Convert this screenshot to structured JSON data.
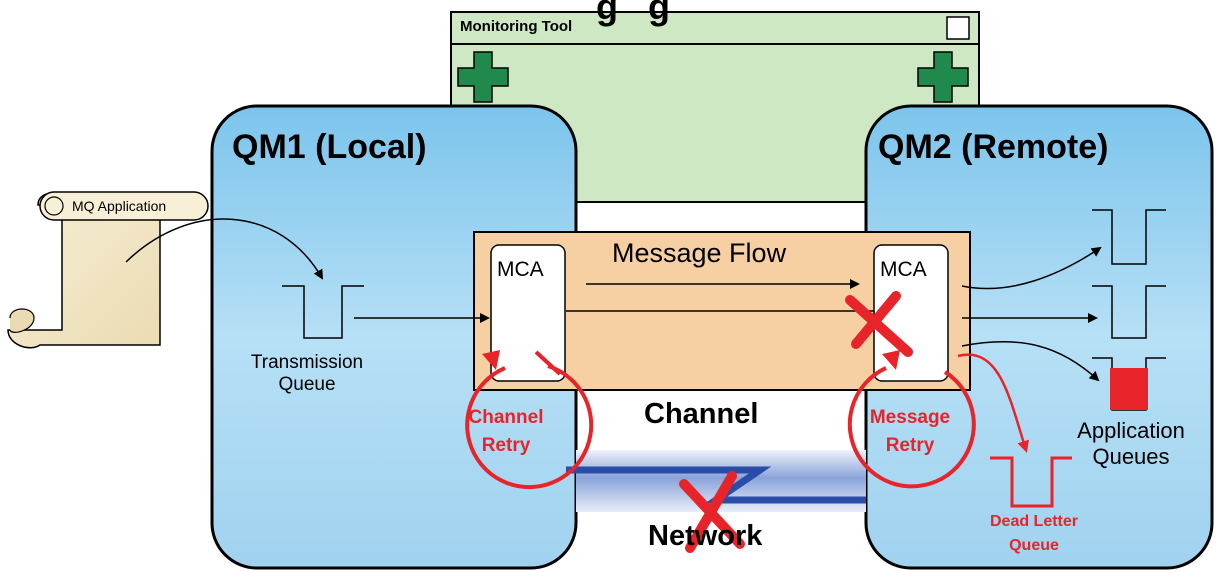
{
  "title_partial": "g   g",
  "monitoring_tool": {
    "title": "Monitoring Tool"
  },
  "qm1": {
    "title": "QM1 (Local)"
  },
  "qm2": {
    "title": "QM2 (Remote)"
  },
  "mq_application": {
    "label": "MQ Application"
  },
  "transmission_queue": {
    "line1": "Transmission",
    "line2": "Queue"
  },
  "mca_left": {
    "label": "MCA"
  },
  "mca_right": {
    "label": "MCA"
  },
  "message_flow": {
    "label": "Message Flow"
  },
  "channel": {
    "label": "Channel"
  },
  "network": {
    "label": "Network"
  },
  "channel_retry": {
    "line1": "Channel",
    "line2": "Retry"
  },
  "message_retry": {
    "line1": "Message",
    "line2": "Retry"
  },
  "application_queues": {
    "line1": "Application",
    "line2": "Queues"
  },
  "dead_letter_queue": {
    "line1": "Dead Letter",
    "line2": "Queue"
  },
  "colors": {
    "qm_fill": "#a9d8f2",
    "monitor_fill": "#cfe8c4",
    "channel_fill": "#f6cfa3",
    "network_fill": "#4a70c4",
    "accent_red": "#e8242b",
    "cross_green": "#1f8a4c"
  }
}
